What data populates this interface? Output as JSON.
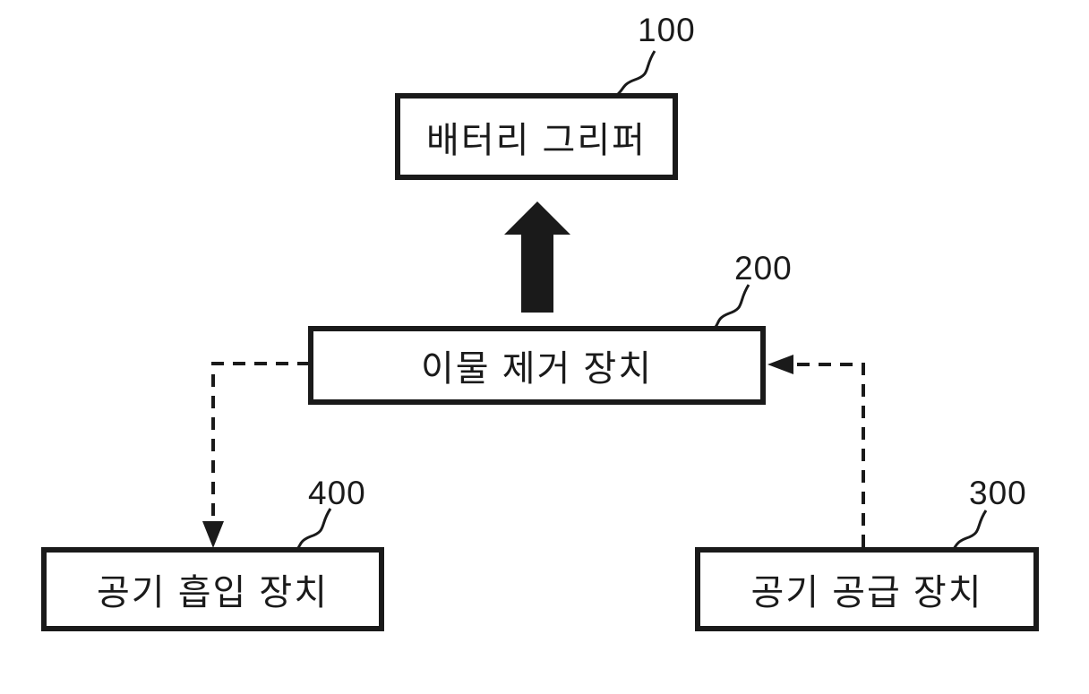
{
  "figure": {
    "type": "block-diagram",
    "language": "ko",
    "colors": {
      "background": "#ffffff",
      "ink": "#1a1a1a"
    },
    "nodes": {
      "battery_gripper": {
        "label": "배터리 그리퍼",
        "ref": "100"
      },
      "debris_remover": {
        "label": "이물 제거 장치",
        "ref": "200"
      },
      "air_suction": {
        "label": "공기 흡입 장치",
        "ref": "400"
      },
      "air_supply": {
        "label": "공기 공급 장치",
        "ref": "300"
      }
    },
    "connectors": [
      {
        "from_ref": "200",
        "to_ref": "100",
        "style": "solid-thick-arrow",
        "direction": "up"
      },
      {
        "from_ref": "200",
        "to_ref": "400",
        "style": "dashed-arrow",
        "direction": "down"
      },
      {
        "from_ref": "300",
        "to_ref": "200",
        "style": "dashed-arrow",
        "direction": "left"
      }
    ]
  }
}
